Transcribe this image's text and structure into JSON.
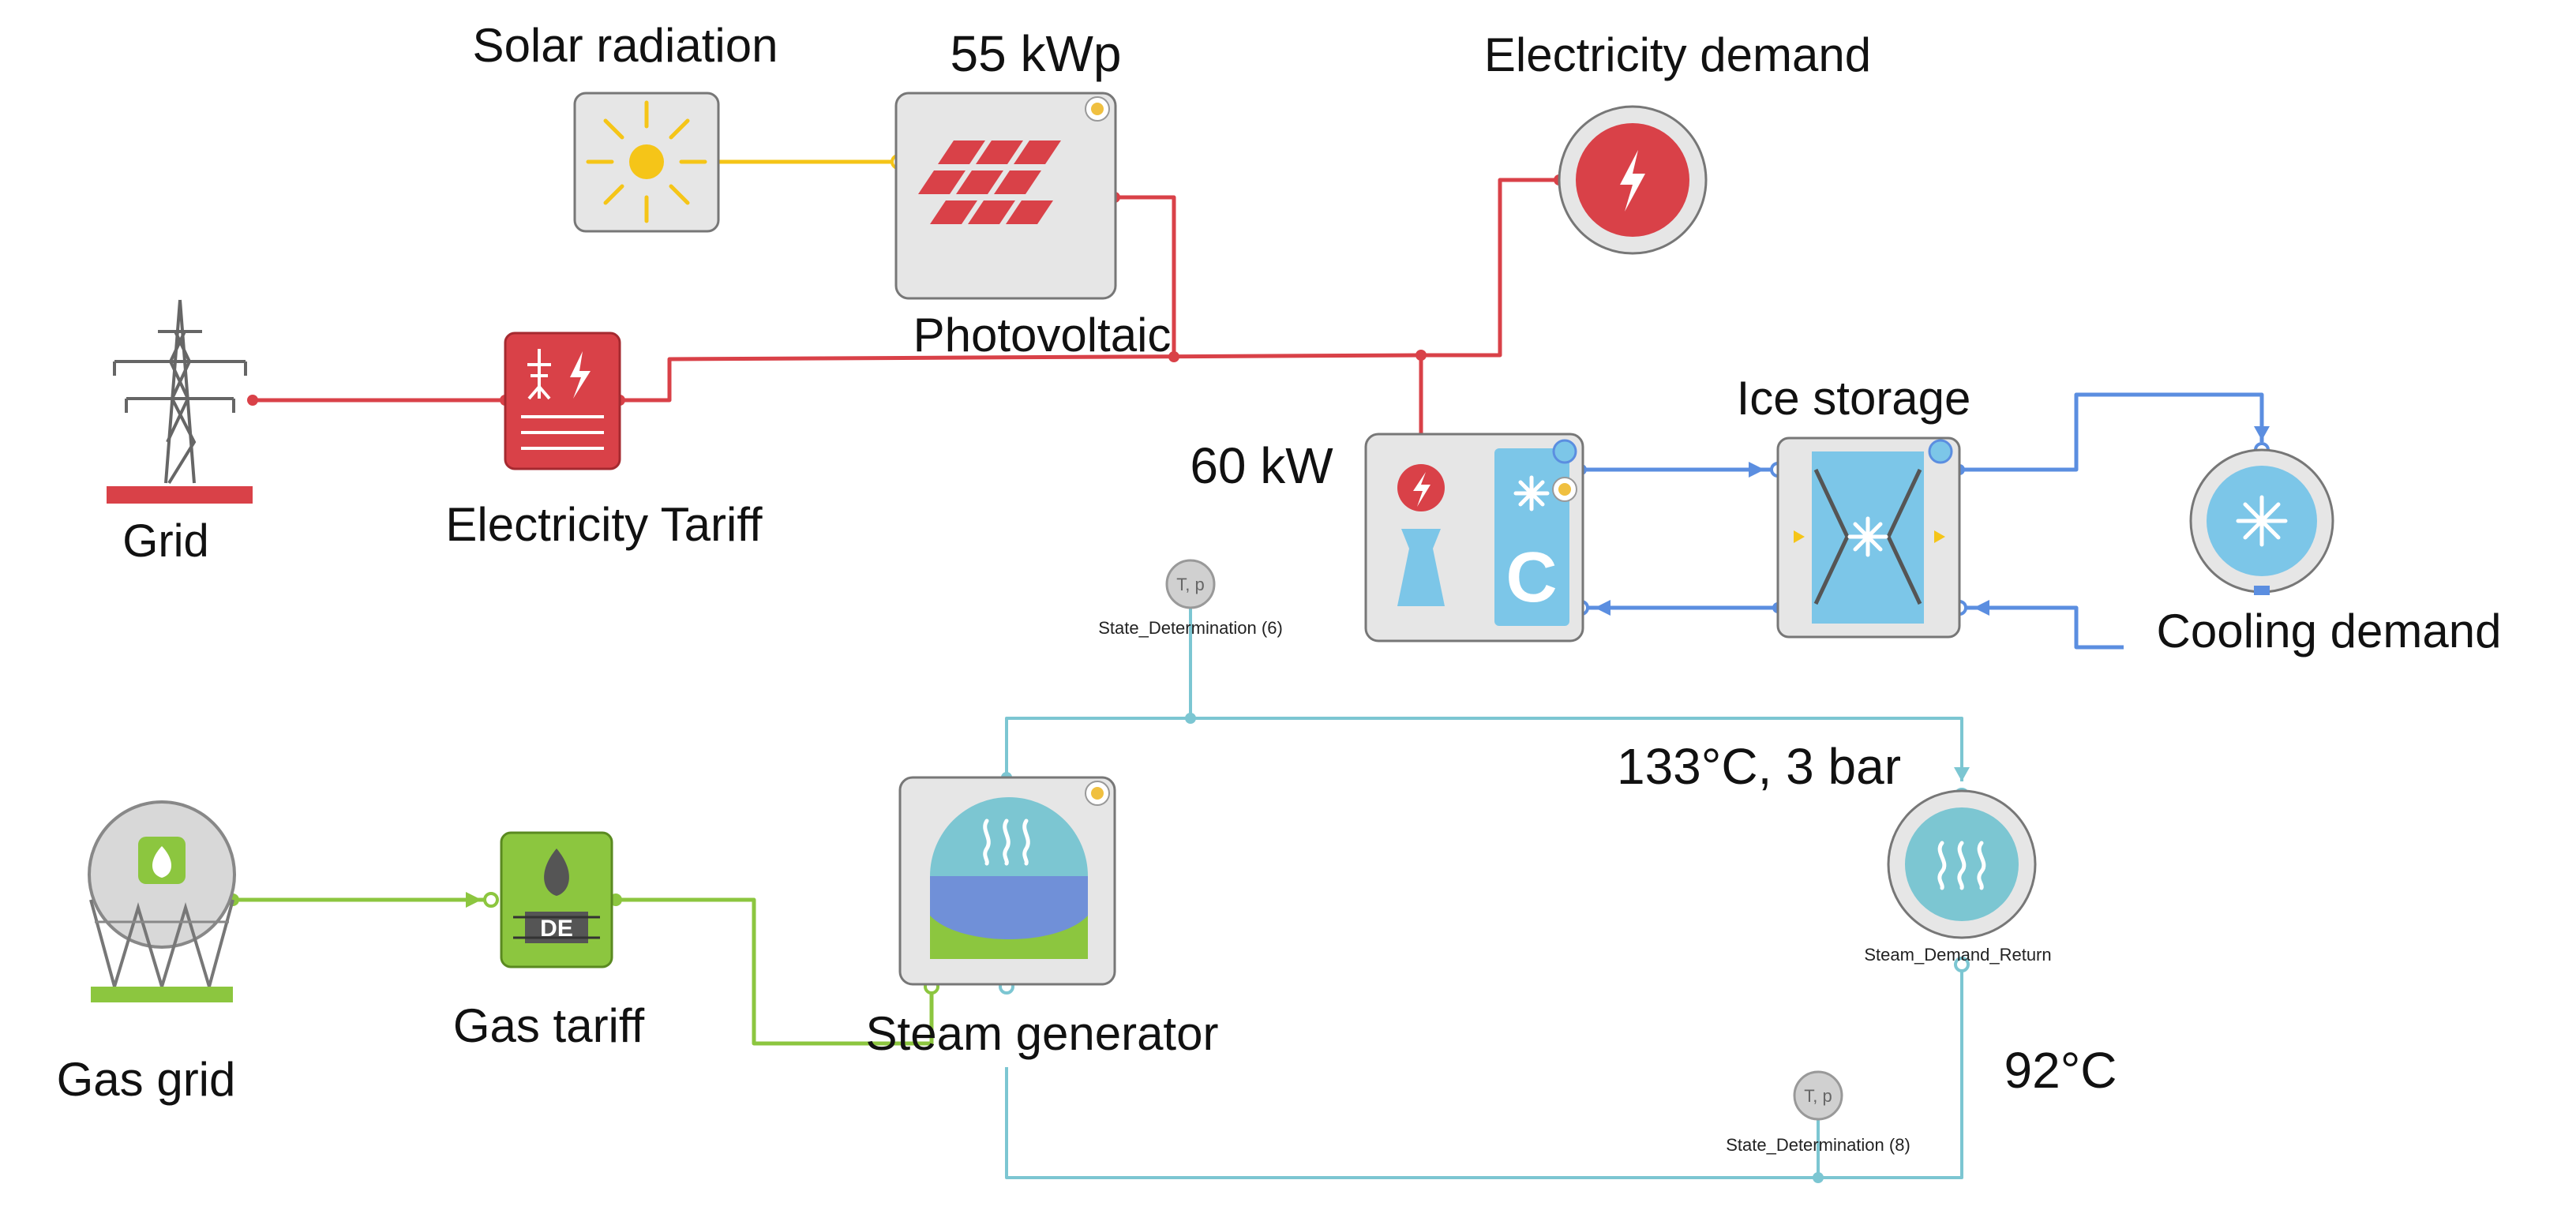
{
  "labels": {
    "solar_radiation": "Solar radiation",
    "pv_capacity": "55 kWp",
    "photovoltaic": "Photovoltaic",
    "electricity_demand": "Electricity demand",
    "grid": "Grid",
    "electricity_tariff": "Electricity Tariff",
    "chiller_capacity": "60 kW",
    "ice_storage": "Ice storage",
    "cooling_demand": "Cooling demand",
    "state_determination_6": "State_Determination (6)",
    "state_determination_8": "State_Determination (8)",
    "steam_supply_condition": "133°C, 3 bar",
    "steam_demand_return": "Steam_Demand_Return",
    "return_temperature": "92°C",
    "gas_grid": "Gas grid",
    "gas_tariff": "Gas tariff",
    "steam_generator": "Steam generator"
  },
  "glyphs": {
    "tp_badge": "T, p",
    "chiller_letter": "C",
    "gas_tariff_code": "DE"
  },
  "icons": {
    "solar": "sun-icon",
    "pv": "solar-panel-icon",
    "electricity_demand": "lightning-icon",
    "grid": "power-pylon-icon",
    "electricity_tariff": "tariff-lightning-icon",
    "chiller": "compression-chiller-icon",
    "ice_storage": "ice-storage-icon",
    "cooling_demand": "snowflake-icon",
    "gas_grid": "gas-tank-icon",
    "gas_tariff": "gas-flame-icon",
    "steam_generator": "steam-boiler-icon",
    "steam_demand": "steam-icon"
  },
  "colors": {
    "electric": "#d94148",
    "solar": "#f5c518",
    "cooling": "#5b8ee0",
    "steam": "#7cc6d2",
    "gas": "#8cc63f",
    "component_bg": "#e6e6e6",
    "component_border": "#777777"
  }
}
